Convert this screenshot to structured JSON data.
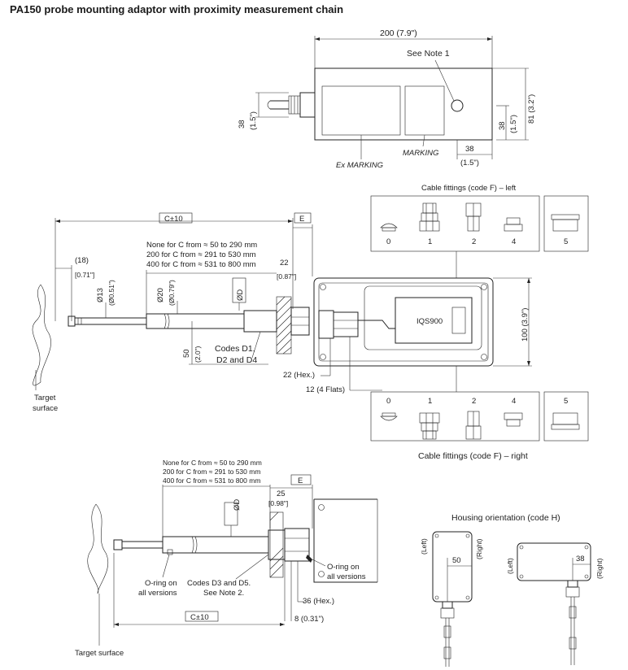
{
  "title": "PA150 probe mounting adaptor with proximity measurement chain",
  "top_view": {
    "width_dim": "200 (7.9\")",
    "see_note": "See Note 1",
    "height_left": "38",
    "height_left_in": "(1.5\")",
    "height_right_a": "38",
    "height_right_a_in": "(1.5\")",
    "height_right_b": "81 (3.2\")",
    "bottom_dim": "38",
    "bottom_dim_in": "(1.5\")",
    "marking": "MARKING",
    "ex_marking": "Ex MARKING"
  },
  "side_view": {
    "c_tol": "C±10",
    "e_label": "E",
    "dim_18": "(18)",
    "dim_18_in": "[0.71\"]",
    "none_for": "None for C from ≈ 50 to 290 mm",
    "twohundred_for": "200 for C from ≈ 291 to 530 mm",
    "fourhundred_for": "400 for C from ≈ 531 to 800 mm",
    "dim_22": "22",
    "dim_22_in": "[0.87\"]",
    "dia13": "Ø13",
    "dia13_in": "(Ø0.51\")",
    "dia20": "Ø20",
    "dia20_in": "(Ø0.79\")",
    "dia_d": "ØD",
    "dim_50": "50",
    "dim_50_in": "(2.0\")",
    "codes_line1": "Codes D1,",
    "codes_line2": "D2 and D4",
    "hex22": "22 (Hex.)",
    "flats12": "12 (4 Flats)",
    "iqs": "IQS900",
    "dim_100": "100 (3.9\")",
    "target": "Target",
    "surface": "surface"
  },
  "fittings_left": {
    "caption": "Cable fittings (code F) – left",
    "labels": [
      "0",
      "1",
      "2",
      "4",
      "5"
    ]
  },
  "fittings_right": {
    "caption": "Cable fittings (code F) – right",
    "labels": [
      "0",
      "1",
      "2",
      "4",
      "5"
    ]
  },
  "bottom_view": {
    "none_for": "None for C from ≈ 50 to 290 mm",
    "twohundred_for": "200 for C from ≈ 291 to 530 mm",
    "fourhundred_for": "400 for C from ≈ 531 to 800 mm",
    "e_label": "E",
    "dim_25": "25",
    "dim_25_in": "[0.98\"]",
    "dia_d": "ØD",
    "oring_left_1": "O-ring on",
    "oring_left_2": "all versions",
    "codes_1": "Codes D3 and D5.",
    "codes_2": "See Note 2.",
    "oring_right_1": "O-ring on",
    "oring_right_2": "all versions",
    "hex36": "36 (Hex.)",
    "dim_8": "8 (0.31\")",
    "c_tol": "C±10",
    "target_surface": "Target surface"
  },
  "orientation": {
    "title": "Housing orientation (code H)",
    "left_a": "(Left)",
    "right_a": "(Right)",
    "dim_50": "50",
    "left_b": "(Left)",
    "right_b": "(Right)",
    "dim_38": "38"
  }
}
